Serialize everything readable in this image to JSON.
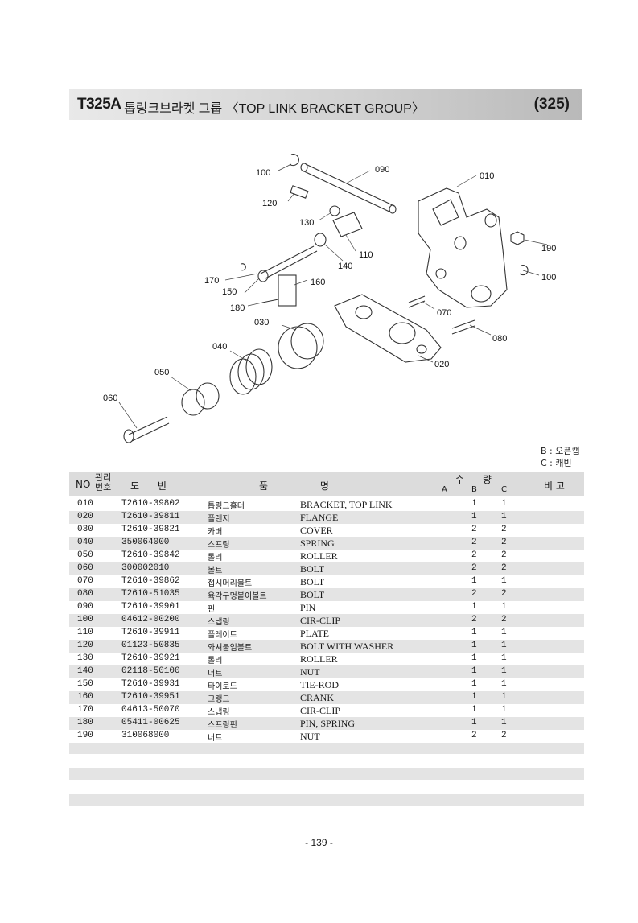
{
  "header": {
    "code": "T325A",
    "title": "톱링크브라켓 그룹 〈TOP LINK BRACKET GROUP〉",
    "page_ref": "(325)"
  },
  "diagram_labels": {
    "p010": "010",
    "p020": "020",
    "p030": "030",
    "p040": "040",
    "p050": "050",
    "p060": "060",
    "p070": "070",
    "p080": "080",
    "p090": "090",
    "p100a": "100",
    "p100b": "100",
    "p110": "110",
    "p120": "120",
    "p130": "130",
    "p140": "140",
    "p150": "150",
    "p160": "160",
    "p170": "170",
    "p180": "180",
    "p190": "190"
  },
  "legend": {
    "b": "B : 오픈캡",
    "c": "C : 캐빈"
  },
  "table_header": {
    "no": "NO",
    "mgmt": "관리 번호",
    "drawing": "도      번",
    "name": "품                 명",
    "qty": "수      량",
    "a": "A",
    "b": "B",
    "c": "C",
    "remark": "비 고"
  },
  "rows": [
    {
      "no": "010",
      "pn": "T2610-39802",
      "kr": "톱링크홀더",
      "en": "BRACKET, TOP LINK",
      "b": "1",
      "c": "1"
    },
    {
      "no": "020",
      "pn": "T2610-39811",
      "kr": "플렌지",
      "en": "FLANGE",
      "b": "1",
      "c": "1"
    },
    {
      "no": "030",
      "pn": "T2610-39821",
      "kr": "카버",
      "en": "COVER",
      "b": "2",
      "c": "2"
    },
    {
      "no": "040",
      "pn": "350064000",
      "kr": "스프링",
      "en": "SPRING",
      "b": "2",
      "c": "2"
    },
    {
      "no": "050",
      "pn": "T2610-39842",
      "kr": "롤리",
      "en": "ROLLER",
      "b": "2",
      "c": "2"
    },
    {
      "no": "060",
      "pn": "300002010",
      "kr": "볼트",
      "en": "BOLT",
      "b": "2",
      "c": "2"
    },
    {
      "no": "070",
      "pn": "T2610-39862",
      "kr": "접시머리볼트",
      "en": "BOLT",
      "b": "1",
      "c": "1"
    },
    {
      "no": "080",
      "pn": "T2610-51035",
      "kr": "육각구멍붙이볼트",
      "en": "BOLT",
      "b": "2",
      "c": "2"
    },
    {
      "no": "090",
      "pn": "T2610-39901",
      "kr": "핀",
      "en": "PIN",
      "b": "1",
      "c": "1"
    },
    {
      "no": "100",
      "pn": "04612-00200",
      "kr": "스냅링",
      "en": "CIR-CLIP",
      "b": "2",
      "c": "2"
    },
    {
      "no": "110",
      "pn": "T2610-39911",
      "kr": "플레이트",
      "en": "PLATE",
      "b": "1",
      "c": "1"
    },
    {
      "no": "120",
      "pn": "01123-50835",
      "kr": "와셔붙임볼트",
      "en": "BOLT WITH WASHER",
      "b": "1",
      "c": "1"
    },
    {
      "no": "130",
      "pn": "T2610-39921",
      "kr": "롤리",
      "en": "ROLLER",
      "b": "1",
      "c": "1"
    },
    {
      "no": "140",
      "pn": "02118-50100",
      "kr": "너트",
      "en": "NUT",
      "b": "1",
      "c": "1"
    },
    {
      "no": "150",
      "pn": "T2610-39931",
      "kr": "타이로드",
      "en": "TIE-ROD",
      "b": "1",
      "c": "1"
    },
    {
      "no": "160",
      "pn": "T2610-39951",
      "kr": "크랭크",
      "en": "CRANK",
      "b": "1",
      "c": "1"
    },
    {
      "no": "170",
      "pn": "04613-50070",
      "kr": "스냅링",
      "en": "CIR-CLIP",
      "b": "1",
      "c": "1"
    },
    {
      "no": "180",
      "pn": "05411-00625",
      "kr": "스프링핀",
      "en": "PIN, SPRING",
      "b": "1",
      "c": "1"
    },
    {
      "no": "190",
      "pn": "310068000",
      "kr": "너트",
      "en": "NUT",
      "b": "2",
      "c": "2"
    }
  ],
  "footer": {
    "page_number": "- 139 -"
  }
}
